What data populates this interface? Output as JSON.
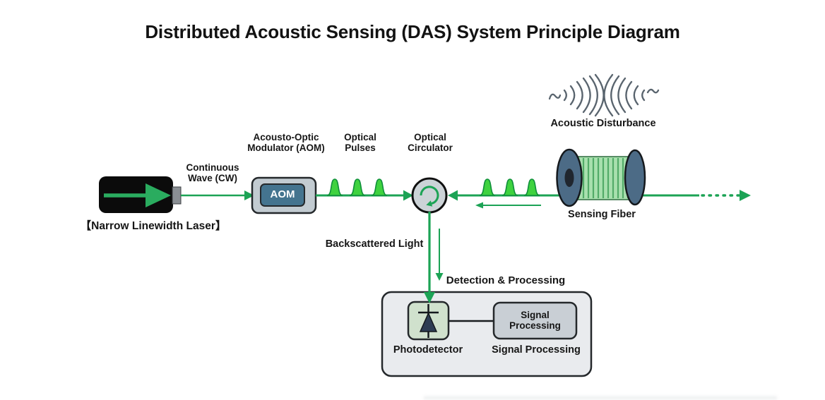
{
  "title": "Distributed Acoustic Sensing (DAS) System Principle Diagram",
  "laser": {
    "name_label": "【Narrow Linewidth Laser】",
    "cw_label": "Continuous Wave (CW)"
  },
  "aom": {
    "title_label": "Acousto-Optic Modulator (AOM)",
    "box_text": "AOM"
  },
  "optical_pulses_label": "Optical Pulses",
  "circulator_label": "Optical Circulator",
  "acoustic_label": "Acoustic Disturbance",
  "sensing_fiber_label": "Sensing Fiber",
  "backscatter_label": "Backscattered Light",
  "detection": {
    "title_label": "Detection & Processing",
    "photodetector_label": "Photodetector",
    "signal_box_text": "Signal Processing",
    "signal_label": "Signal Processing"
  },
  "colors": {
    "arrow_green": "#1ca355",
    "pulse_green": "#3fd23f",
    "pulse_outline": "#0e8f3a",
    "laser_body_black": "#0b0b0b",
    "aom_outer_gray": "#c2cbd1",
    "aom_inner_blue": "#44748f",
    "circulator_gray": "#ccd3d7",
    "spool_flange_blue": "#4c6b86",
    "fiber_green": "#a8e0ae",
    "fiber_stripe_green": "#52ab68",
    "detection_box_gray": "#e9ebee",
    "photodetector_fill": "#d0e1cd",
    "signal_box_gray": "#c9cfd5",
    "diode_navy": "#2d3c53",
    "sound_wave_gray": "#59646e",
    "text_black": "#161616"
  }
}
